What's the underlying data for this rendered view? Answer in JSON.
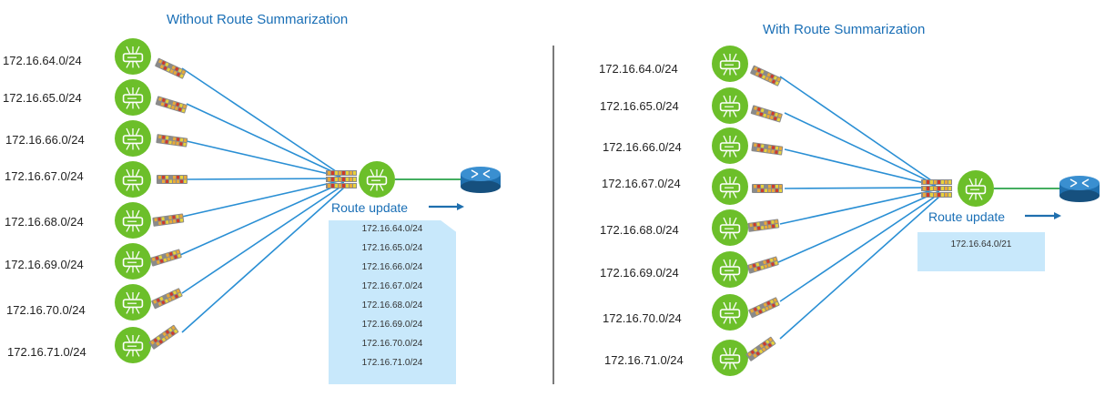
{
  "left_panel": {
    "title": "Without Route Summarization",
    "networks": [
      "172.16.64.0/24",
      "172.16.65.0/24",
      "172.16.66.0/24",
      "172.16.67.0/24",
      "172.16.68.0/24",
      "172.16.69.0/24",
      "172.16.70.0/24",
      "172.16.71.0/24"
    ],
    "update_label": "Route update",
    "update_entries": [
      "172.16.64.0/24",
      "172.16.65.0/24",
      "172.16.66.0/24",
      "172.16.67.0/24",
      "172.16.68.0/24",
      "172.16.69.0/24",
      "172.16.70.0/24",
      "172.16.71.0/24"
    ]
  },
  "right_panel": {
    "title": "With Route Summarization",
    "networks": [
      "172.16.64.0/24",
      "172.16.65.0/24",
      "172.16.66.0/24",
      "172.16.67.0/24",
      "172.16.68.0/24",
      "172.16.69.0/24",
      "172.16.70.0/24",
      "172.16.71.0/24"
    ],
    "update_label": "Route update",
    "update_entries": [
      "172.16.64.0/21"
    ]
  },
  "colors": {
    "title": "#1a6fb6",
    "switch_green": "#6cbf2a",
    "link_blue": "#2a8fd4",
    "uplink_green": "#2aa34a",
    "router_blue": "#1f6fae",
    "doc_fill": "#c8e8fb",
    "divider": "#7a7a7a"
  },
  "icons": {
    "switch": "switch-icon",
    "router": "router-icon",
    "patch": "patch-panel-icon",
    "arrow": "arrow-right-icon"
  }
}
